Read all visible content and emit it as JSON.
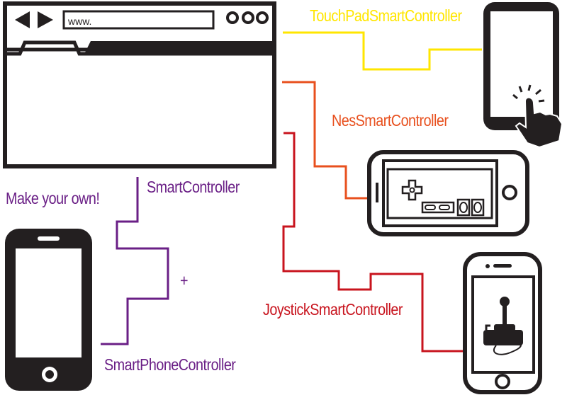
{
  "browser": {
    "url_text": "www."
  },
  "labels": {
    "touchpad": "TouchPadSmartController",
    "nes": "NesSmartController",
    "joystick": "JoystickSmartController",
    "smartcontroller": "SmartController",
    "make_your_own": "Make your own!",
    "plus": "+",
    "smartphone": "SmartPhoneController"
  },
  "colors": {
    "outline": "#231f20",
    "touchpad": "#ffe600",
    "nes": "#e8501e",
    "joystick": "#c8141e",
    "purple": "#6a1f86"
  },
  "icons": [
    "touch-hand-icon",
    "nes-gamepad-icon",
    "joystick-icon"
  ]
}
